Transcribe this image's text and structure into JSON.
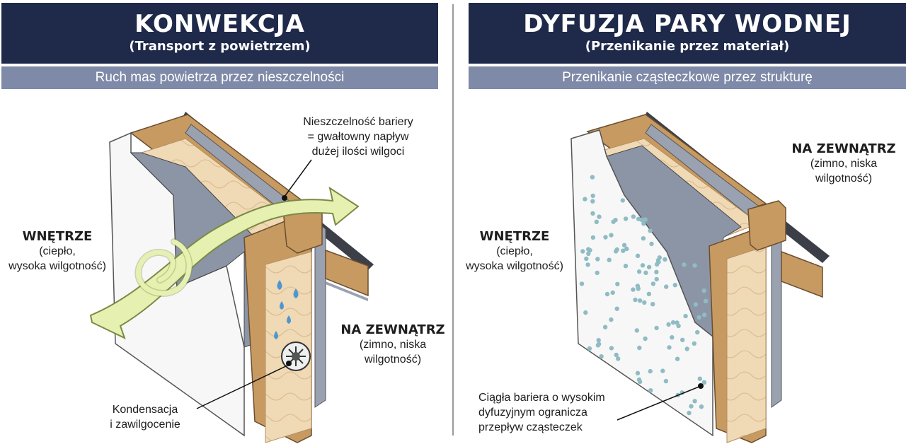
{
  "left": {
    "title": "KONWEKCJA",
    "subtitle": "(Transport z powietrzem)",
    "bar": "Ruch mas powietrza przez nieszczelności",
    "callout_top": [
      "Nieszczelność bariery",
      "= gwałtowny napływ",
      "dużej ilości wilgoci"
    ],
    "inside_title": "WNĘTRZE",
    "inside_desc": [
      "(ciepło,",
      "wysoka wilgotność)"
    ],
    "outside_title": "NA ZEWNĄTRZ",
    "outside_desc": [
      "(zimno, niska",
      "wilgotność)"
    ],
    "callout_bottom": [
      "Kondensacja",
      "i zawilgocenie"
    ]
  },
  "right": {
    "title": "DYFUZJA PARY WODNEJ",
    "subtitle": "(Przenikanie przez materiał)",
    "bar": "Przenikanie cząsteczkowe przez strukturę",
    "outside_title": "NA ZEWNĄTRZ",
    "outside_desc": [
      "(zimno, niska",
      "wilgotność)"
    ],
    "inside_title": "WNĘTRZE",
    "inside_desc": [
      "(ciepło,",
      "wysoka wilgotność)"
    ],
    "callout_bottom": [
      "Ciągła bariera o wysokim",
      "dyfuzyjnym ogranicza",
      "przepływ cząsteczek"
    ]
  },
  "colors": {
    "banner": "#1f2a4a",
    "subbar": "#7e8aa8",
    "wood": "#c79a62",
    "insulation": "#f0d9b5",
    "membrane": "#8c95a6",
    "air_arrow": "#e6f0b0",
    "droplet": "#4f97d0"
  },
  "icons": [
    "water-droplet-icon",
    "mold-icon",
    "air-flow-arrow-icon"
  ]
}
